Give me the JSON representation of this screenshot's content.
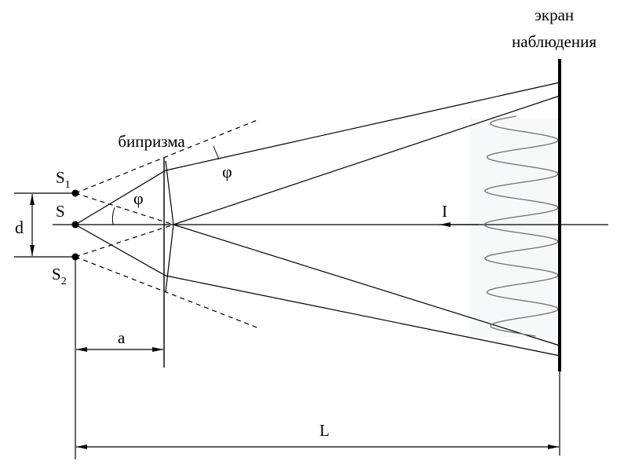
{
  "diagram": {
    "title": "Fresnel biprism interference scheme",
    "labels": {
      "screen_line1": "экран",
      "screen_line2": "наблюдения",
      "biprism": "бипризма",
      "source": "S",
      "source1": "S",
      "source1_sub": "1",
      "source2": "S",
      "source2_sub": "2",
      "distance_d": "d",
      "distance_a": "a",
      "distance_L": "L",
      "angle_phi_left": "φ",
      "angle_phi_right": "φ",
      "intensity": "I"
    },
    "colors": {
      "line": "#000000",
      "intensity_curve": "#707070",
      "background": "#ffffff"
    },
    "intensity_pattern": {
      "fringes_visible": 7,
      "description": "cos² interference fringes plotted along the screen"
    }
  }
}
